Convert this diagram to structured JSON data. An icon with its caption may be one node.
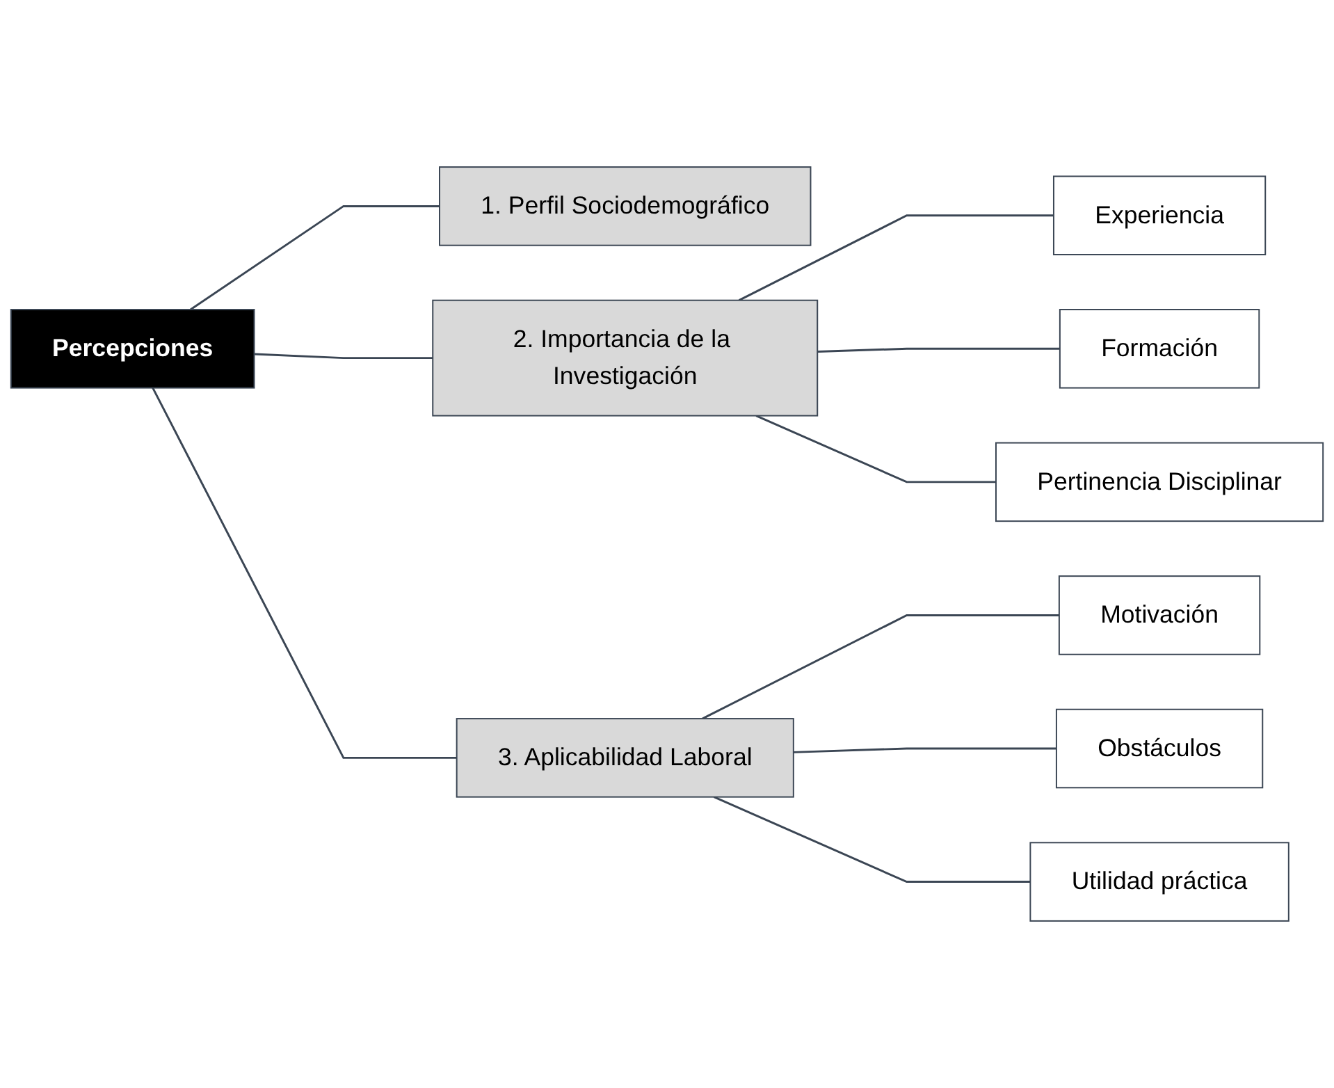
{
  "diagram": {
    "nodes": [
      {
        "text": [
          "Percepciones"
        ]
      },
      {
        "text": [
          "1. Perfil Sociodemográfico"
        ]
      },
      {
        "text": [
          "2. Importancia de la Investigación"
        ]
      },
      {
        "text": [
          "3. Aplicabilidad Laboral"
        ]
      },
      {
        "text": [
          "Experiencia"
        ]
      },
      {
        "text": [
          "Formación"
        ]
      },
      {
        "text": [
          "Pertinencia Disciplinar"
        ]
      },
      {
        "text": [
          "Motivación"
        ]
      },
      {
        "text": [
          "Obstáculos"
        ]
      },
      {
        "text": [
          "Utilidad práctica"
        ]
      }
    ],
    "edges": [
      {
        "from": 0,
        "to": 1,
        "arrow": "none"
      },
      {
        "from": 0,
        "to": 2,
        "arrow": "none"
      },
      {
        "from": 0,
        "to": 3,
        "arrow": "none"
      },
      {
        "from": 2,
        "to": 4,
        "arrow": "none"
      },
      {
        "from": 2,
        "to": 5,
        "arrow": "none"
      },
      {
        "from": 2,
        "to": 6,
        "arrow": "none"
      },
      {
        "from": 3,
        "to": 7,
        "arrow": "none"
      },
      {
        "from": 3,
        "to": 8,
        "arrow": "none"
      },
      {
        "from": 3,
        "to": 9,
        "arrow": "none"
      }
    ]
  }
}
